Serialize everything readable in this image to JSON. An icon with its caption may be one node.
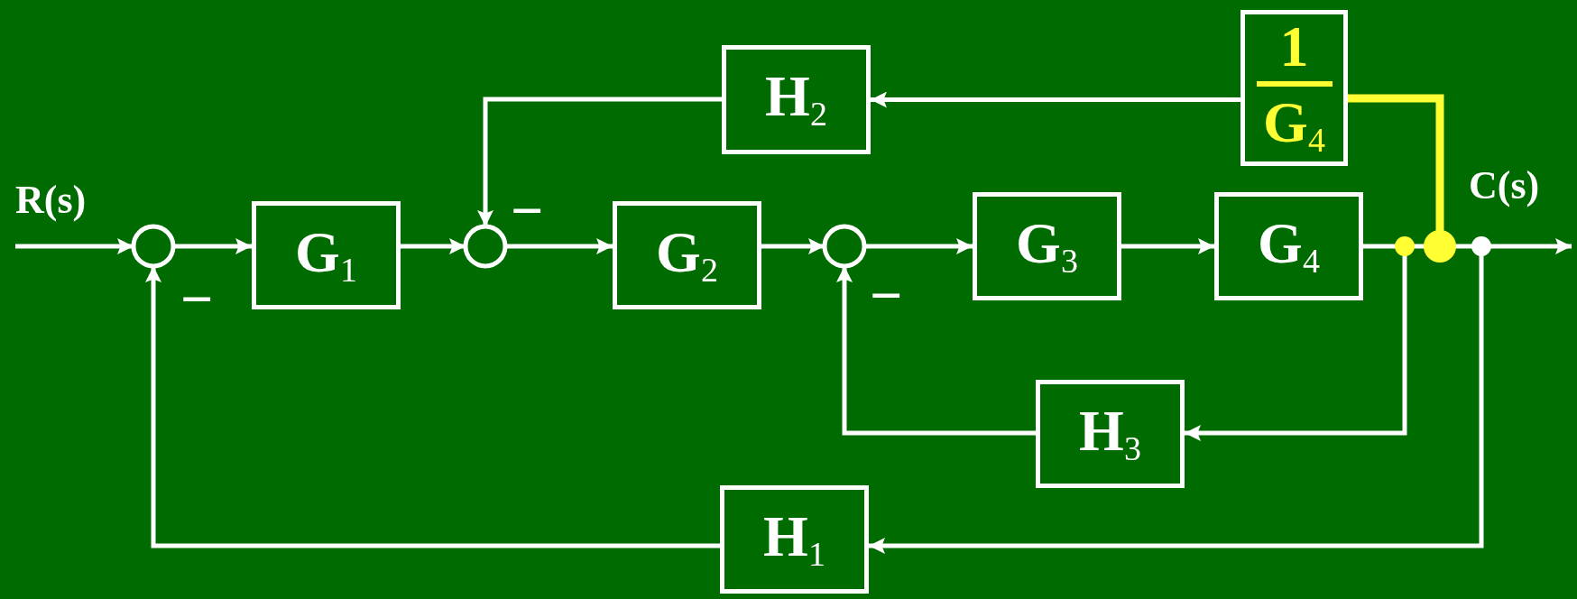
{
  "diagram": {
    "nodes": [
      {
        "text": [],
        "shape": "circle"
      },
      {
        "text": [
          "G$_{1}$"
        ]
      },
      {
        "text": [],
        "shape": "circle"
      },
      {
        "text": [
          "G$_{2}$"
        ]
      },
      {
        "text": [],
        "shape": "circle"
      },
      {
        "text": [
          "H$_{2}$"
        ]
      },
      {
        "text": [
          "1",
          "G$_{4}$"
        ]
      },
      {
        "text": [
          "G$_{3}$"
        ]
      },
      {
        "text": [
          "G$_{4}$"
        ]
      },
      {
        "text": [],
        "shape": "circle"
      },
      {
        "text": [],
        "shape": "circle"
      },
      {
        "text": [],
        "shape": "circle"
      },
      {
        "text": [
          "H$_{3}$"
        ]
      },
      {
        "text": [
          "H$_{1}$"
        ]
      }
    ],
    "edges": [
      {
        "from": null,
        "to": 0,
        "arrow": "to"
      },
      {
        "from": 0,
        "to": 1,
        "arrow": "to"
      },
      {
        "from": 1,
        "to": 2,
        "arrow": "to"
      },
      {
        "from": 2,
        "to": 3,
        "arrow": "to"
      },
      {
        "from": 3,
        "to": 4,
        "arrow": "to"
      },
      {
        "from": 4,
        "to": 7,
        "arrow": "to"
      },
      {
        "from": 7,
        "to": 8,
        "arrow": "to"
      },
      {
        "from": 8,
        "to": 9,
        "arrow": "none"
      },
      {
        "from": 9,
        "to": 10,
        "arrow": "none"
      },
      {
        "from": 10,
        "to": 11,
        "arrow": "none"
      },
      {
        "from": 11,
        "to": null,
        "arrow": "to"
      },
      {
        "from": 10,
        "to": 6,
        "arrow": "none",
        "style": "thick",
        "color": "#ffff33"
      },
      {
        "from": 6,
        "to": 5,
        "arrow": "to"
      },
      {
        "from": 5,
        "to": 2,
        "arrow": "to"
      },
      {
        "from": 9,
        "to": 12,
        "arrow": "to"
      },
      {
        "from": 12,
        "to": 4,
        "arrow": "to"
      },
      {
        "from": 11,
        "to": 13,
        "arrow": "to"
      },
      {
        "from": 13,
        "to": 0,
        "arrow": "to"
      }
    ],
    "labels": [
      "R(s)",
      "C(s)",
      "−",
      "−",
      "−"
    ]
  }
}
